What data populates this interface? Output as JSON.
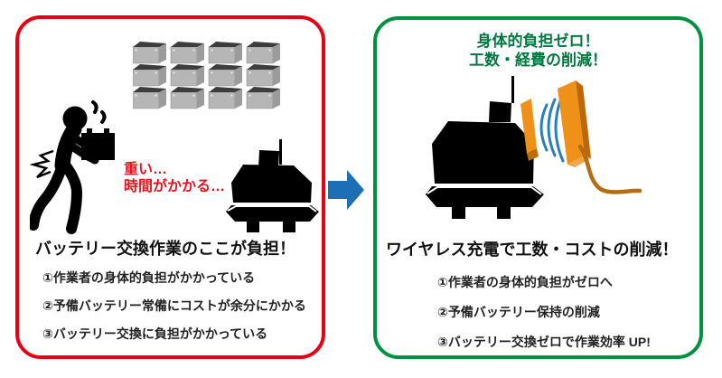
{
  "left_panel": {
    "title": "バッテリー交換作業のここが負担！",
    "callout_line1": "重い…",
    "callout_line2": "時間がかかる…",
    "items": [
      "①作業者の身体的負担がかかっている",
      "②予備バッテリー常備にコストが余分にかかる",
      "③バッテリー交換に負担がかかっている"
    ],
    "border_color": "#e60012",
    "callout_color": "#e8121c",
    "icons": {
      "batteries": "battery-stack-icon",
      "worker": "worker-carrying-battery-icon",
      "robot": "agv-robot-icon"
    },
    "battery_stack": {
      "columns": 4,
      "rows": 3
    }
  },
  "transition": {
    "icon": "arrow-right-icon",
    "color": "#1c6fb5"
  },
  "right_panel": {
    "benefit_line1": "身体的負担ゼロ！",
    "benefit_line2": "工数・経費の削減！",
    "title": "ワイヤレス充電で工数・コストの削減！",
    "items": [
      "①作業者の身体的負担がゼロへ",
      "②予備バッテリー保持の削減",
      "③バッテリー交換ゼロで作業効率 UP!"
    ],
    "border_color": "#009140",
    "benefit_color": "#007a40",
    "accent_orange": "#ef9118",
    "wave_blue": "#2b7dc2",
    "icons": {
      "robot": "agv-robot-icon",
      "charger": "wireless-charger-icon",
      "waves": "wireless-waves-icon",
      "cable": "power-cable-icon"
    }
  }
}
